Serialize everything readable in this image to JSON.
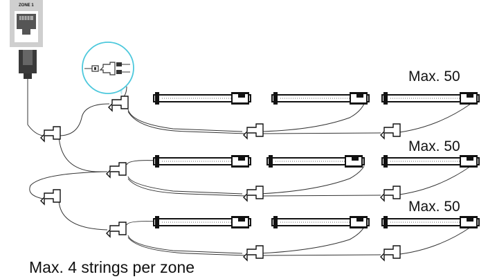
{
  "zone_label": "ZONE 1",
  "row_labels": [
    "Max. 50",
    "Max. 50",
    "Max. 50"
  ],
  "footer_label": "Max. 4 strings per zone",
  "colors": {
    "zone_panel": "#cfcfcf",
    "jack": "#555555",
    "cable": "#333333",
    "fixture": "#111111",
    "callout_ring": "#4cc8dc"
  },
  "icons": [
    "rj45-jack-icon",
    "rj-plug-icon",
    "splitter-connector-icon",
    "light-bar-icon",
    "splitter-detail-icon"
  ]
}
